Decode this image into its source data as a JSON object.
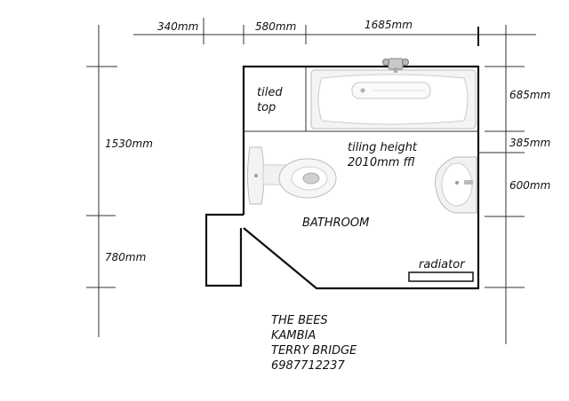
{
  "dimensions": {
    "top": [
      "340mm",
      "580mm",
      "1685mm"
    ],
    "left": [
      "1530mm",
      "780mm"
    ],
    "right": [
      "685mm",
      "385mm",
      "600mm"
    ]
  },
  "labels": {
    "tiled_top_line1": "tiled",
    "tiled_top_line2": "top",
    "tiling_height_line1": "tiling height",
    "tiling_height_line2": "2010mm ffl",
    "room": "BATHROOM",
    "radiator": "radiator"
  },
  "address": [
    "THE BEES",
    "KAMBIA",
    "TERRY BRIDGE",
    "6987712237"
  ],
  "fixtures": [
    "bath-icon",
    "tap-icon",
    "toilet-icon",
    "basin-icon",
    "radiator-icon"
  ]
}
